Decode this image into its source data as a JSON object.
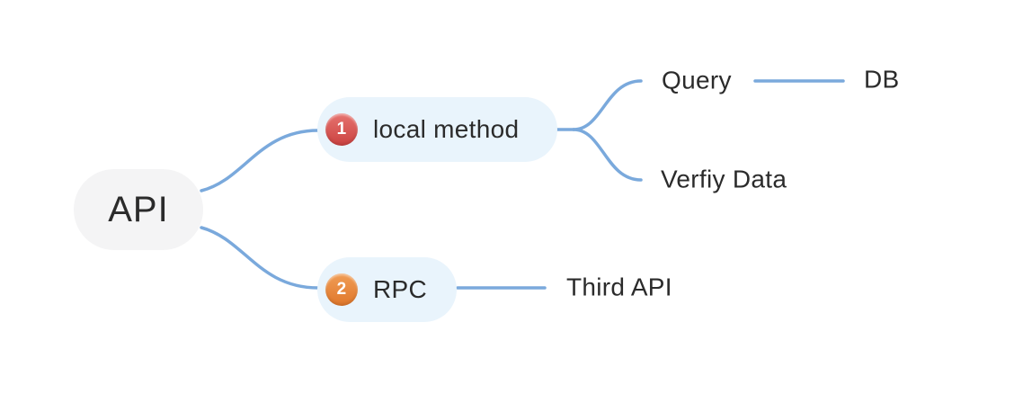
{
  "mindmap": {
    "root": {
      "label": "API"
    },
    "branches": [
      {
        "badge": "1",
        "label": "local method",
        "children": [
          {
            "label": "Query",
            "children": [
              {
                "label": "DB"
              }
            ]
          },
          {
            "label": "Verfiy Data",
            "children": []
          }
        ]
      },
      {
        "badge": "2",
        "label": "RPC",
        "children": [
          {
            "label": "Third API",
            "children": []
          }
        ]
      }
    ]
  },
  "colors": {
    "background": "#ffffff",
    "connector": "#7aa9dc",
    "root_bg": "#f4f4f5",
    "branch_bg": "#e9f4fc",
    "badge1_top": "#e6736f",
    "badge1_bottom": "#cb4240",
    "badge2_top": "#f09d55",
    "badge2_bottom": "#e0772b",
    "text": "#2b2b2b"
  }
}
